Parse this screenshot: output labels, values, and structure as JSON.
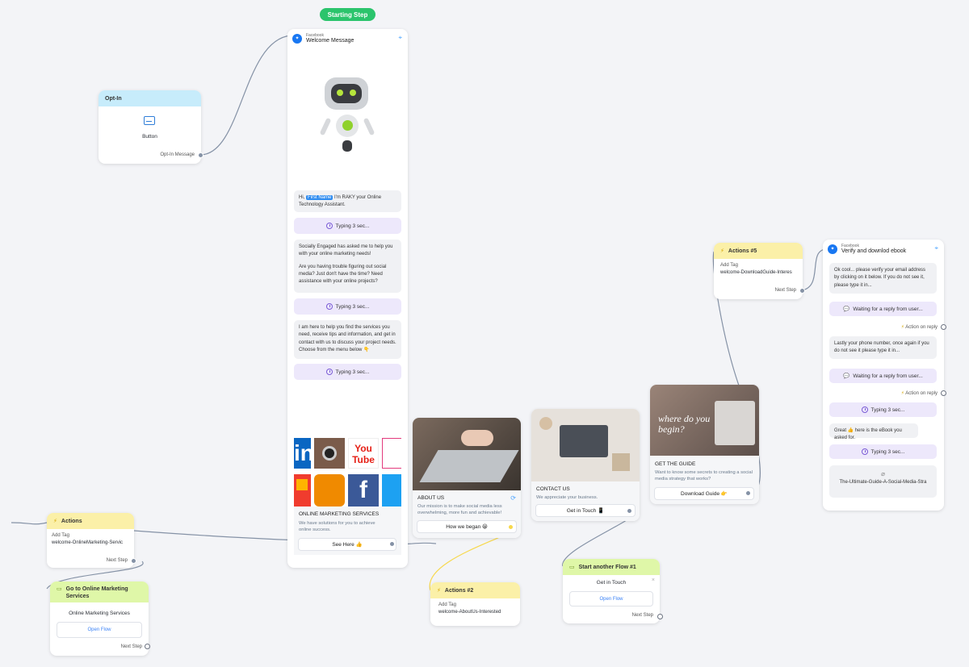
{
  "start": {
    "label": "Starting Step"
  },
  "optin": {
    "header": "Opt-In",
    "button_label": "Button",
    "port_label": "Opt-In Message"
  },
  "welcome": {
    "source": "Facebook",
    "title": "Welcome Message",
    "greeting_prefix": "Hi,",
    "first_name_chip": "First Name",
    "greeting_rest": "I'm RAKY your Online Technology Assistant.",
    "msg2a": "Socially Engaged has asked me to help you with your online marketing needs!",
    "msg2b": "Are you having trouble figuring out social media? Just don't have the time? Need assistance with your online projects?",
    "msg3": "I am here to help you find the services you need, receive tips and information, and get in contact with us to discuss your project needs. Choose from the menu below 👇",
    "typing": "Typing 3 sec...",
    "card_title": "ONLINE MARKETING SERVICES",
    "card_sub": "We have solutions for you to achieve online success.",
    "card_btn": "See Here 👍"
  },
  "about": {
    "title": "ABOUT US",
    "sub": "Our mission is to make social media less overwhelming, more fun and achievable!",
    "btn": "How we began 😀"
  },
  "contact": {
    "title": "CONTACT US",
    "sub": "We appreciate your business.",
    "btn": "Get in Touch 📱"
  },
  "guide": {
    "title": "GET THE GUIDE",
    "sub": "Want to know some secrets to creating a social media strategy that works?",
    "btn": "Download Guide 👉",
    "image_text": "where do you begin?"
  },
  "actions5": {
    "header": "Actions #5",
    "label": "Add Tag",
    "value": "welcome-DownloadGuide-Interes",
    "port": "Next Step"
  },
  "verify": {
    "source": "Facebook",
    "title": "Verify and downlod ebook",
    "msg1": "Ok cool... please verify your email address by clicking on it below. If you do not see it, please type it in...",
    "waiting": "Waiting for a reply from user...",
    "action_on_reply": "Action on reply",
    "msg2": "Lastly your phone number, once again if you do not see it please type it in...",
    "typing": "Typing 3 sec...",
    "msg3": "Great 👍 here is the eBook you asked for.",
    "file": "The-Ultimate-Guide-A-Social-Media-Stra"
  },
  "actions_left": {
    "header": "Actions",
    "label": "Add Tag",
    "value": "welcome-OnlineMarketing-Servic",
    "port": "Next Step"
  },
  "goto": {
    "header": "Go to Online Marketing Services",
    "title": "Online Marketing Services",
    "btn": "Open Flow",
    "port": "Next Step"
  },
  "actions2": {
    "header": "Actions #2",
    "label": "Add Tag",
    "value": "welcome-AboutUs-Interested"
  },
  "flow1": {
    "header": "Start another Flow #1",
    "title": "Get in Touch",
    "btn": "Open Flow",
    "port": "Next Step"
  },
  "logos": {
    "youtube": "You Tube"
  },
  "colors": {
    "start_green": "#2bc46c",
    "fb_blue": "#1877f2",
    "typing_purple": "#ede8fb",
    "wire": "#8592a6",
    "wire_yellow": "#f7d84c"
  }
}
